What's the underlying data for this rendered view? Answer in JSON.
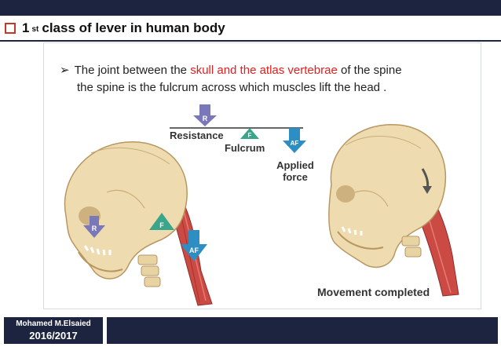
{
  "slide": {
    "title_prefix": "1",
    "title_sup": "st",
    "title_rest": "class of lever in human body",
    "bullet": {
      "pre": "The joint between the ",
      "highlight": "skull and the atlas vertebrae",
      "post": " of the spine",
      "line2": "the spine is the fulcrum across which muscles lift the head ."
    }
  },
  "diagram": {
    "resistance_label": "Resistance",
    "fulcrum_label": "Fulcrum",
    "applied_force_line1": "Applied",
    "applied_force_line2": "force",
    "r_badge": "R",
    "f_badge": "F",
    "af_badge": "AF",
    "movement_caption": "Movement completed",
    "colors": {
      "resistance_arrow": "#7a78b8",
      "fulcrum": "#3aa58a",
      "applied_force": "#2d8ec4",
      "muscle": "#cc4a44",
      "skull": "#eedcb0",
      "skull_shadow": "#c9ac77"
    }
  },
  "footer": {
    "author": "Mohamed M.Elsaied",
    "year": "2016/2017"
  }
}
